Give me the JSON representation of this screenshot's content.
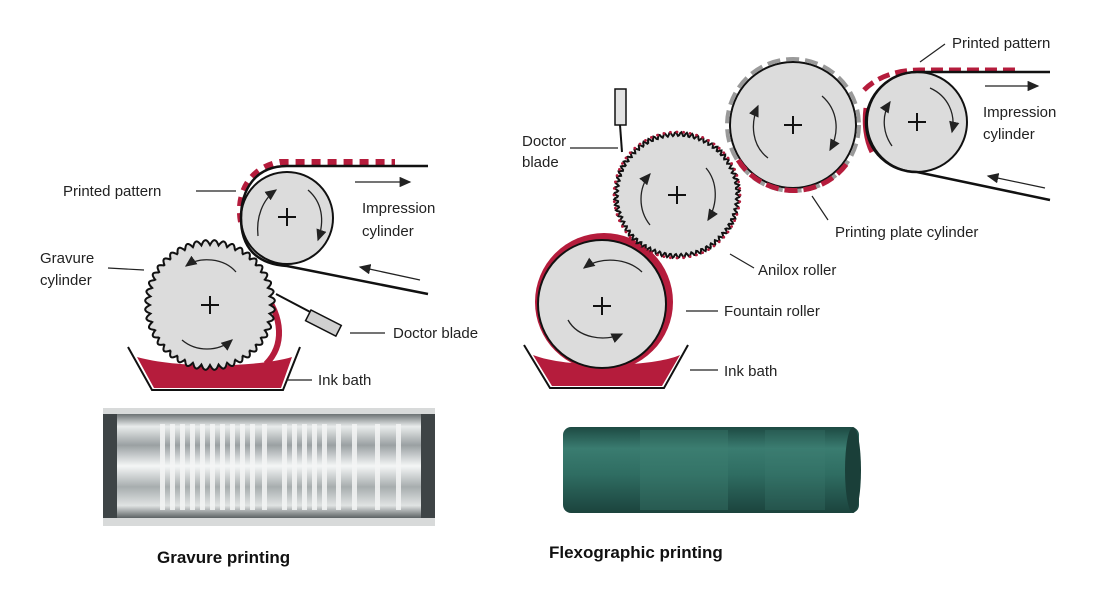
{
  "colors": {
    "ink": "#b51c3c",
    "roller": "#dcdcdc",
    "plate_green": "#2d6b60",
    "steel": "#b9bdbe"
  },
  "gravure": {
    "printed_pattern": "Printed pattern",
    "impression_cylinder_1": "Impression",
    "impression_cylinder_2": "cylinder",
    "gravure_cylinder_1": "Gravure",
    "gravure_cylinder_2": "cylinder",
    "doctor_blade": "Doctor blade",
    "ink_bath": "Ink bath",
    "caption": "Gravure printing"
  },
  "flexo": {
    "printed_pattern": "Printed pattern",
    "impression_cylinder_1": "Impression",
    "impression_cylinder_2": "cylinder",
    "doctor_blade_1": "Doctor",
    "doctor_blade_2": "blade",
    "printing_plate_cylinder": "Printing plate cylinder",
    "anilox_roller": "Anilox roller",
    "fountain_roller": "Fountain roller",
    "ink_bath": "Ink bath",
    "caption": "Flexographic printing"
  }
}
